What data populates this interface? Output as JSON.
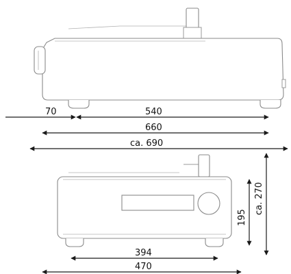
{
  "dimensions": {
    "side_gap": "70",
    "side_depth": "540",
    "side_total": "660",
    "side_overall": "ca. 690",
    "front_height_body": "195",
    "front_height_total": "ca. 270",
    "front_width_inner": "394",
    "front_width_total": "470"
  },
  "colors": {
    "outline": "#9a9a9a",
    "dimension": "#1a1a1a",
    "background": "#ffffff"
  }
}
